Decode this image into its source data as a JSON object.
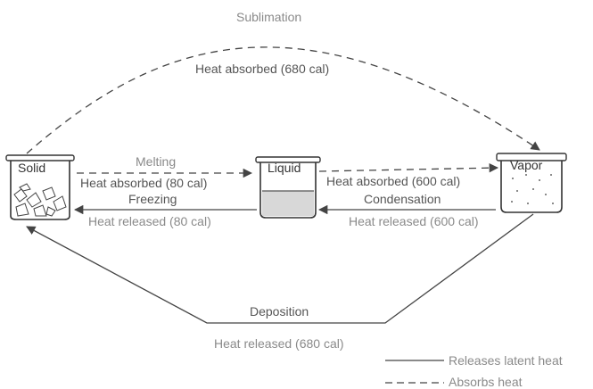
{
  "states": {
    "solid": "Solid",
    "liquid": "Liquid",
    "vapor": "Vapor"
  },
  "processes": {
    "sublimation": {
      "name": "Sublimation",
      "heat": "Heat absorbed (680 cal)"
    },
    "melting": {
      "name": "Melting",
      "heat": "Heat absorbed (80 cal)"
    },
    "freezing": {
      "name": "Freezing",
      "heat": "Heat released (80 cal)"
    },
    "evaporation": {
      "heat": "Heat absorbed (600 cal)"
    },
    "condensation": {
      "name": "Condensation",
      "heat": "Heat released (600 cal)"
    },
    "deposition": {
      "name": "Deposition",
      "heat": "Heat released (680 cal)"
    }
  },
  "legend": {
    "solid_line": "Releases latent heat",
    "dashed_line": "Absorbs heat"
  }
}
